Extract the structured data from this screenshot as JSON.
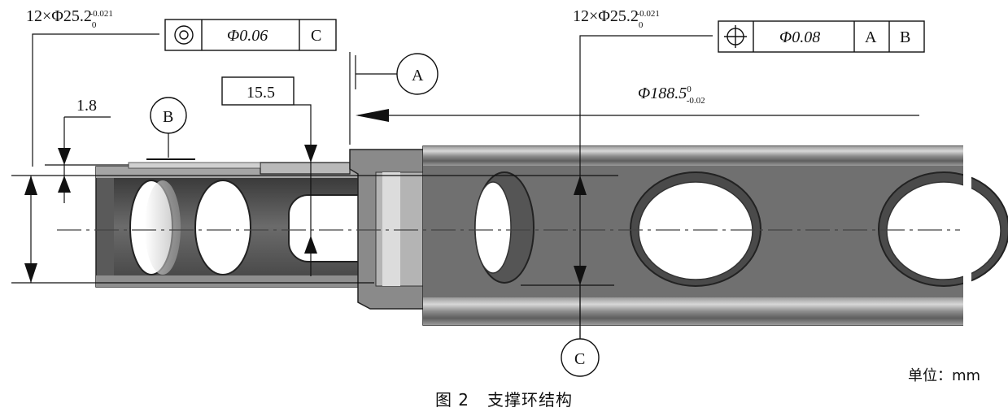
{
  "dims": {
    "hole_size_left_main": "12×Φ25.2",
    "hole_size_right_main": "12×Φ25.2",
    "tol_upper": "-0.021",
    "tol_lower": "0",
    "dim_1_8": "1.8",
    "dim_15_5": "15.5",
    "diam_main": "Φ188.5",
    "diam_upper": "0",
    "diam_lower": "-0.02"
  },
  "fcf_left": {
    "tolerance": "Φ0.06",
    "datum": "C",
    "symbol": "concentricity-icon"
  },
  "fcf_right": {
    "tolerance": "Φ0.08",
    "datum_a": "A",
    "datum_b": "B",
    "symbol": "position-icon"
  },
  "datums": {
    "a": "A",
    "b": "B",
    "c": "C"
  },
  "unit": "单位：mm",
  "caption": {
    "number": "图 2",
    "title": "支撑环结构"
  }
}
